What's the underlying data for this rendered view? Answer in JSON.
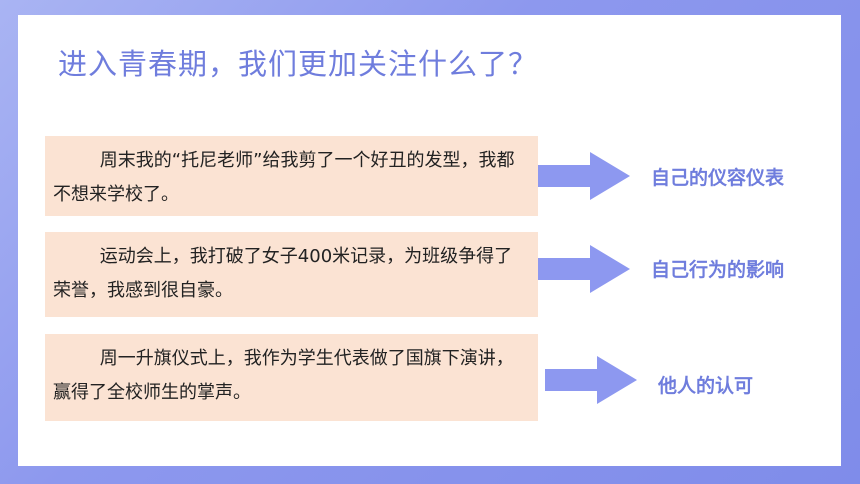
{
  "title": "进入青春期，我们更加关注什么了？",
  "items": [
    {
      "text": "周末我的“托尼老师”给我剪了一个好丑的发型，我都不想来学校了。",
      "label": "自己的仪容仪表"
    },
    {
      "text": "运动会上，我打破了女子400米记录，为班级争得了荣誉，我感到很自豪。",
      "label": "自己行为的影响"
    },
    {
      "text": "周一升旗仪式上，我作为学生代表做了国旗下演讲，赢得了全校师生的掌声。",
      "label": "他人的认可"
    }
  ],
  "colors": {
    "accent": "#6f7ddd",
    "arrow": "#8d98f0",
    "card": "#fbe3d3",
    "frame": "#8d98ee"
  }
}
